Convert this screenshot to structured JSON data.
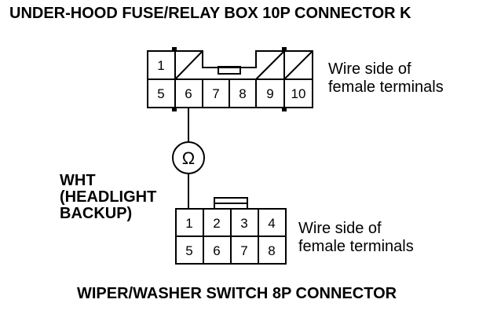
{
  "top_connector": {
    "title": "UNDER-HOOD FUSE/RELAY BOX 10P CONNECTOR K",
    "side_label_line1": "Wire side of",
    "side_label_line2": "female terminals",
    "terminals": [
      "1",
      "5",
      "6",
      "7",
      "8",
      "9",
      "10"
    ]
  },
  "bottom_connector": {
    "title": "WIPER/WASHER SWITCH 8P CONNECTOR",
    "side_label_line1": "Wire side of",
    "side_label_line2": "female terminals",
    "terminals": [
      "1",
      "2",
      "3",
      "4",
      "5",
      "6",
      "7",
      "8"
    ]
  },
  "wire": {
    "color_line1": "WHT",
    "color_line2": "(HEADLIGHT",
    "color_line3": "BACKUP)"
  },
  "meter": {
    "symbol": "Ω",
    "icon": "ohmmeter-icon"
  }
}
